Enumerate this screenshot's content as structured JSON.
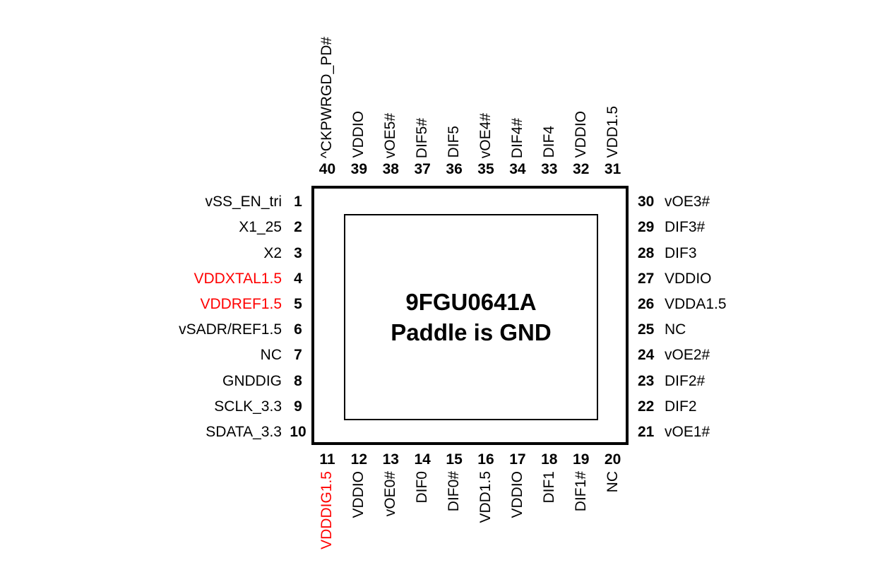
{
  "chip": {
    "title": "9FGU0641A",
    "subtitle": "Paddle is GND"
  },
  "colors": {
    "pin_text_black": "#000000",
    "power_pin_red": "#ff0000"
  },
  "pins": {
    "top": [
      {
        "num": "40",
        "label": "^CKPWRGD_PD#",
        "red": false
      },
      {
        "num": "39",
        "label": "VDDIO",
        "red": false
      },
      {
        "num": "38",
        "label": "vOE5#",
        "red": false
      },
      {
        "num": "37",
        "label": "DIF5#",
        "red": false
      },
      {
        "num": "36",
        "label": "DIF5",
        "red": false
      },
      {
        "num": "35",
        "label": "vOE4#",
        "red": false
      },
      {
        "num": "34",
        "label": "DIF4#",
        "red": false
      },
      {
        "num": "33",
        "label": "DIF4",
        "red": false
      },
      {
        "num": "32",
        "label": "VDDIO",
        "red": false
      },
      {
        "num": "31",
        "label": "VDD1.5",
        "red": false
      }
    ],
    "left": [
      {
        "num": "1",
        "label": "vSS_EN_tri",
        "red": false
      },
      {
        "num": "2",
        "label": "X1_25",
        "red": false
      },
      {
        "num": "3",
        "label": "X2",
        "red": false
      },
      {
        "num": "4",
        "label": "VDDXTAL1.5",
        "red": true
      },
      {
        "num": "5",
        "label": "VDDREF1.5",
        "red": true
      },
      {
        "num": "6",
        "label": "vSADR/REF1.5",
        "red": false
      },
      {
        "num": "7",
        "label": "NC",
        "red": false
      },
      {
        "num": "8",
        "label": "GNDDIG",
        "red": false
      },
      {
        "num": "9",
        "label": "SCLK_3.3",
        "red": false
      },
      {
        "num": "10",
        "label": "SDATA_3.3",
        "red": false
      }
    ],
    "right": [
      {
        "num": "30",
        "label": "vOE3#",
        "red": false
      },
      {
        "num": "29",
        "label": "DIF3#",
        "red": false
      },
      {
        "num": "28",
        "label": "DIF3",
        "red": false
      },
      {
        "num": "27",
        "label": "VDDIO",
        "red": false
      },
      {
        "num": "26",
        "label": "VDDA1.5",
        "red": false
      },
      {
        "num": "25",
        "label": "NC",
        "red": false
      },
      {
        "num": "24",
        "label": "vOE2#",
        "red": false
      },
      {
        "num": "23",
        "label": "DIF2#",
        "red": false
      },
      {
        "num": "22",
        "label": "DIF2",
        "red": false
      },
      {
        "num": "21",
        "label": "vOE1#",
        "red": false
      }
    ],
    "bottom": [
      {
        "num": "11",
        "label": "VDDDIG1.5",
        "red": true
      },
      {
        "num": "12",
        "label": "VDDIO",
        "red": false
      },
      {
        "num": "13",
        "label": "vOE0#",
        "red": false
      },
      {
        "num": "14",
        "label": "DIF0",
        "red": false
      },
      {
        "num": "15",
        "label": "DIF0#",
        "red": false
      },
      {
        "num": "16",
        "label": "VDD1.5",
        "red": false
      },
      {
        "num": "17",
        "label": "VDDIO",
        "red": false
      },
      {
        "num": "18",
        "label": "DIF1",
        "red": false
      },
      {
        "num": "19",
        "label": "DIF1#",
        "red": false
      },
      {
        "num": "20",
        "label": "NC",
        "red": false
      }
    ]
  }
}
